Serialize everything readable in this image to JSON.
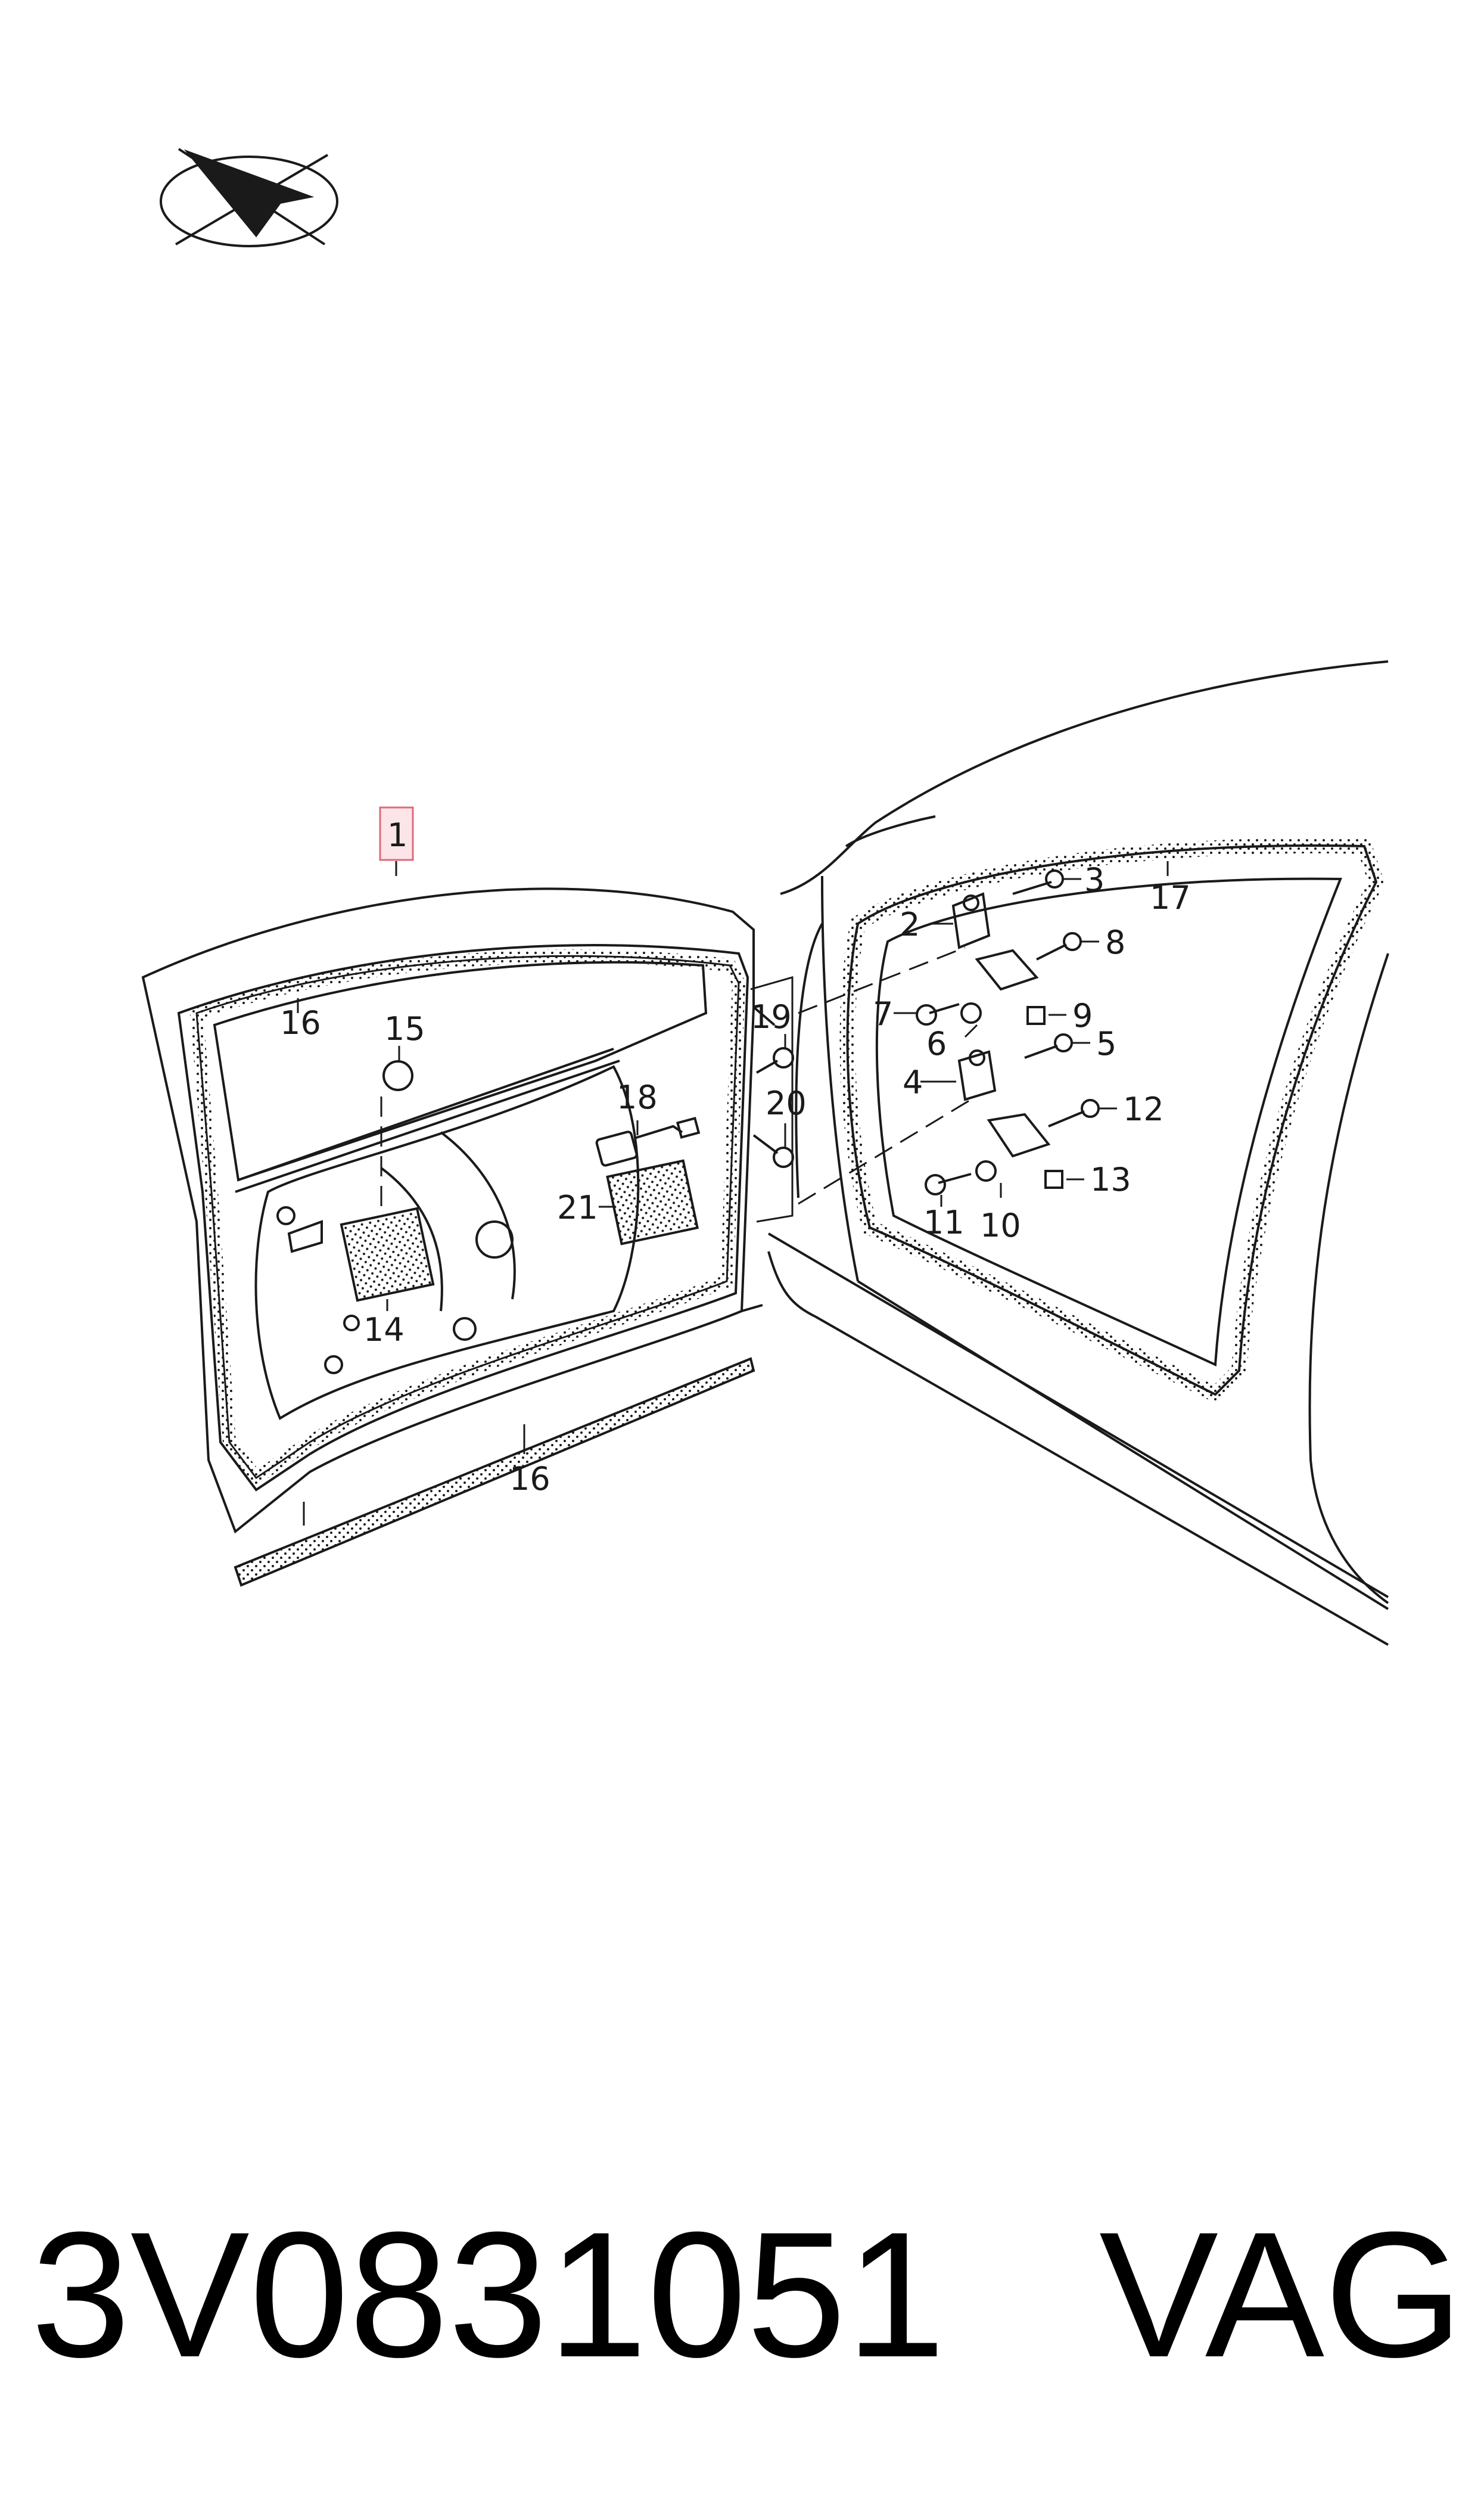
{
  "callouts": {
    "c1": "1",
    "c2": "2",
    "c3": "3",
    "c4": "4",
    "c5": "5",
    "c6": "6",
    "c7": "7",
    "c8": "8",
    "c9": "9",
    "c10": "10",
    "c11": "11",
    "c12": "12",
    "c13": "13",
    "c14": "14",
    "c15": "15",
    "c16a": "16",
    "c16b": "16",
    "c17": "17",
    "c18": "18",
    "c19": "19",
    "c20": "20",
    "c21": "21"
  },
  "highlighted_callout": "1",
  "colors": {
    "highlight_border": "#e06a78",
    "highlight_fill": "#fbe5e8",
    "line": "#1a1a1a"
  },
  "footer": {
    "part_number": "3V0831051",
    "brand": "VAG"
  },
  "icons": {
    "logo": "paper-plane-oval-icon"
  }
}
